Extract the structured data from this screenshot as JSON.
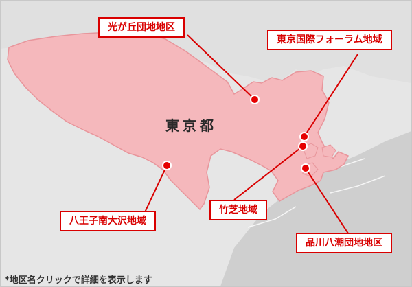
{
  "map": {
    "region_label": "東京都",
    "footnote": "*地区名クリックで詳細を表示します",
    "colors": {
      "tokyo_fill": "#f5b8bc",
      "tokyo_stroke": "#e8959b",
      "other_land": "#e4e4e4",
      "water": "#cfcfcf",
      "accent": "#d90000"
    },
    "locations": [
      {
        "id": "hikarigaoka",
        "label": "光が丘団地地区"
      },
      {
        "id": "tokyo-kokusai-forum",
        "label": "東京国際フォーラム地域"
      },
      {
        "id": "takeshiba",
        "label": "竹芝地域"
      },
      {
        "id": "hachioji-minami-osawa",
        "label": "八王子南大沢地域"
      },
      {
        "id": "shinagawa-yashio",
        "label": "品川八潮団地地区"
      }
    ]
  }
}
